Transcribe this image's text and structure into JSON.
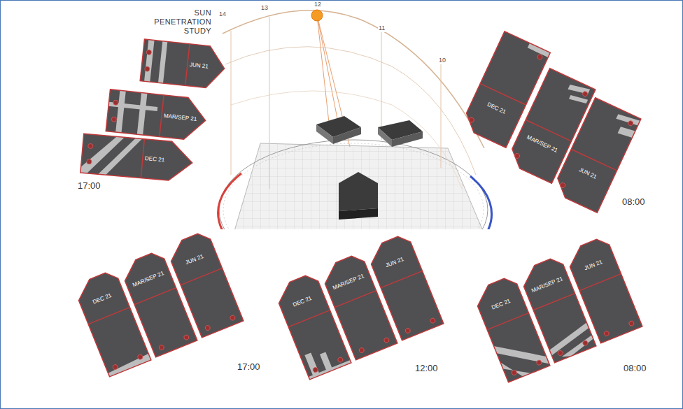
{
  "diagram": {
    "title": "SUN PENETRATION STUDY",
    "nodes": [
      {
        "text": [
          "JUN 21"
        ]
      },
      {
        "text": [
          "MAR/SEP 21"
        ]
      },
      {
        "text": [
          "DEC 21"
        ]
      },
      {
        "text": [
          "DEC 21"
        ]
      },
      {
        "text": [
          "MAR/SEP 21"
        ]
      },
      {
        "text": [
          "JUN 21"
        ]
      },
      {
        "text": [
          "DEC 21"
        ]
      },
      {
        "text": [
          "MAR/SEP 21"
        ]
      },
      {
        "text": [
          "JUN 21"
        ]
      },
      {
        "text": [
          "DEC 21"
        ]
      },
      {
        "text": [
          "MAR/SEP 21"
        ]
      },
      {
        "text": [
          "JUN 21"
        ]
      },
      {
        "text": [
          "DEC 21"
        ]
      },
      {
        "text": [
          "MAR/SEP 21"
        ]
      },
      {
        "text": [
          "JUN 21"
        ]
      }
    ],
    "labels": [
      "14",
      "13",
      "12",
      "11",
      "10",
      "17:00",
      "08:00",
      "17:00",
      "12:00",
      "08:00"
    ]
  }
}
